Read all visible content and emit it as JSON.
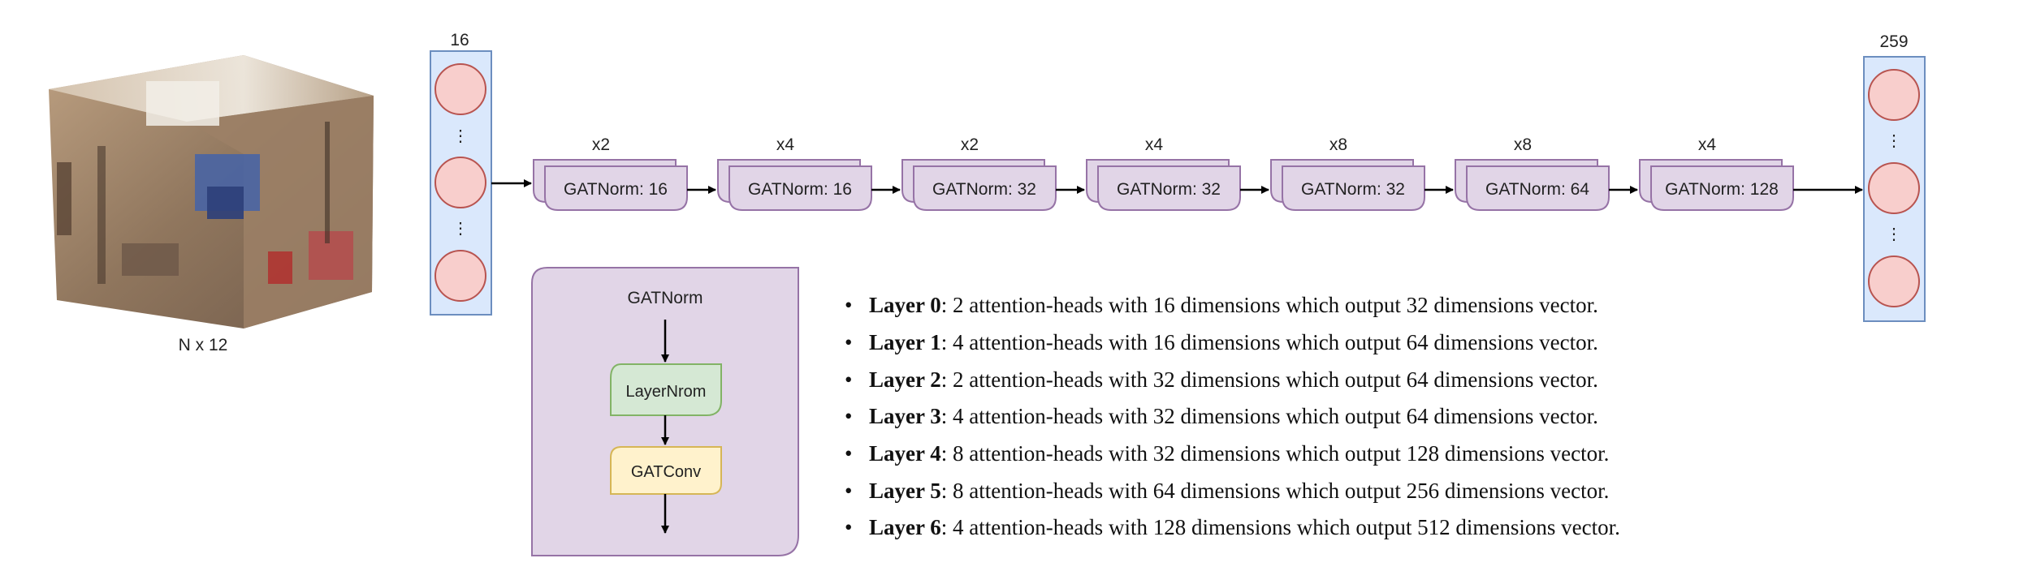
{
  "pointcloud": {
    "caption": "N x 12"
  },
  "input_column": {
    "count_label": "16",
    "ellipsis": "⋮"
  },
  "output_column": {
    "count_label": "259",
    "ellipsis": "⋮"
  },
  "layers": [
    {
      "label": "GATNorm: 16",
      "multiplier": "x2"
    },
    {
      "label": "GATNorm: 16",
      "multiplier": "x4"
    },
    {
      "label": "GATNorm: 32",
      "multiplier": "x2"
    },
    {
      "label": "GATNorm: 32",
      "multiplier": "x4"
    },
    {
      "label": "GATNorm: 32",
      "multiplier": "x8"
    },
    {
      "label": "GATNorm: 64",
      "multiplier": "x8"
    },
    {
      "label": "GATNorm: 128",
      "multiplier": "x4"
    }
  ],
  "gatnorm_detail": {
    "title": "GATNorm",
    "layer_norm": "LayerNrom",
    "gat_conv": "GATConv"
  },
  "descriptions": [
    {
      "name": "Layer 0",
      "text": ": 2 attention-heads with 16 dimensions which output 32 dimensions vector."
    },
    {
      "name": "Layer 1",
      "text": ": 4 attention-heads with 16 dimensions which output 64 dimensions vector."
    },
    {
      "name": "Layer 2",
      "text": ": 2 attention-heads with 32 dimensions which output 64 dimensions vector."
    },
    {
      "name": "Layer 3",
      "text": ": 4 attention-heads with 32 dimensions which output 64 dimensions vector."
    },
    {
      "name": "Layer 4",
      "text": ": 8 attention-heads with 32 dimensions which output 128 dimensions vector."
    },
    {
      "name": "Layer 5",
      "text": ": 8 attention-heads with 64 dimensions which output 256 dimensions vector."
    },
    {
      "name": "Layer 6",
      "text": ": 4 attention-heads with 128 dimensions which output 512 dimensions vector."
    }
  ],
  "bullet": "•",
  "colors": {
    "column_fill": "#dae8fc",
    "column_stroke": "#6c8ebf",
    "node_fill": "#f8cecc",
    "node_stroke": "#b85450",
    "block_fill": "#e1d5e7",
    "block_stroke": "#9673a6",
    "layernorm_fill": "#d5e8d4",
    "layernorm_stroke": "#82b366",
    "gatconv_fill": "#fff2cc",
    "gatconv_stroke": "#d6b656"
  }
}
